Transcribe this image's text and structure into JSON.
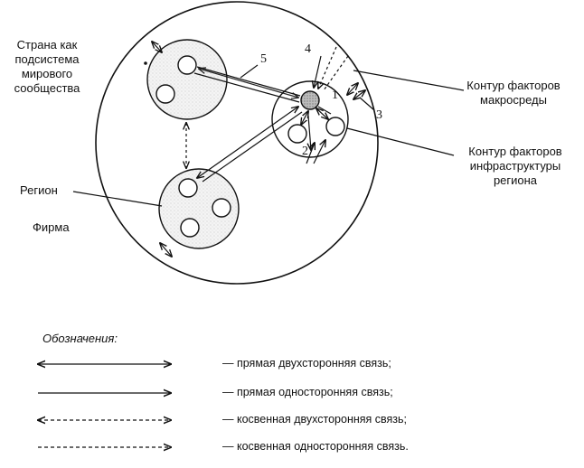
{
  "labels": {
    "country": "Страна как подсистема мирового сообщества",
    "macro": "Контур факторов макросреды",
    "infra": "Контур факторов инфраструктуры региона",
    "region": "Регион",
    "firm": "Фирма"
  },
  "numbers": {
    "n1": "1",
    "n2": "2",
    "n3": "3",
    "n4": "4",
    "n5": "5"
  },
  "legend": {
    "title": "Обозначения:",
    "items": [
      "— прямая двухсторонняя связь;",
      "— прямая односторонняя связь;",
      "— косвенная двухсторонняя связь;",
      "— косвенная односторонняя связь."
    ]
  }
}
